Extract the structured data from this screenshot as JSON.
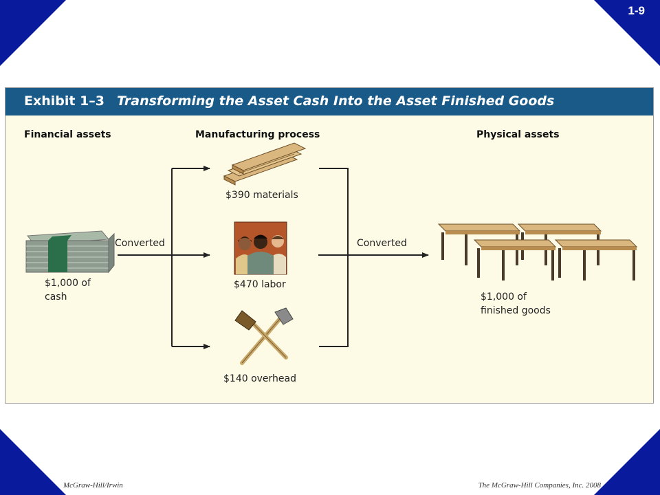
{
  "slide": {
    "number": "1-9"
  },
  "exhibit": {
    "label": "Exhibit 1–3",
    "title": "Transforming the Asset Cash Into the Asset Finished Goods"
  },
  "columns": {
    "financial": "Financial assets",
    "manufacturing": "Manufacturing process",
    "physical": "Physical assets"
  },
  "items": {
    "cash": {
      "amount": "$1,000 of",
      "name": "cash"
    },
    "materials": "$390 materials",
    "labor": "$470 labor",
    "overhead": "$140 overhead",
    "finished": {
      "amount": "$1,000 of",
      "name": "finished goods"
    }
  },
  "arrows": {
    "left": "Converted",
    "right": "Converted"
  },
  "footer": {
    "left": "McGraw-Hill/Irwin",
    "right": "The McGraw-Hill Companies, Inc. 2008"
  },
  "colors": {
    "accent": "#0a1a9c",
    "header": "#1a5a88",
    "panel": "#fdfbe6"
  }
}
